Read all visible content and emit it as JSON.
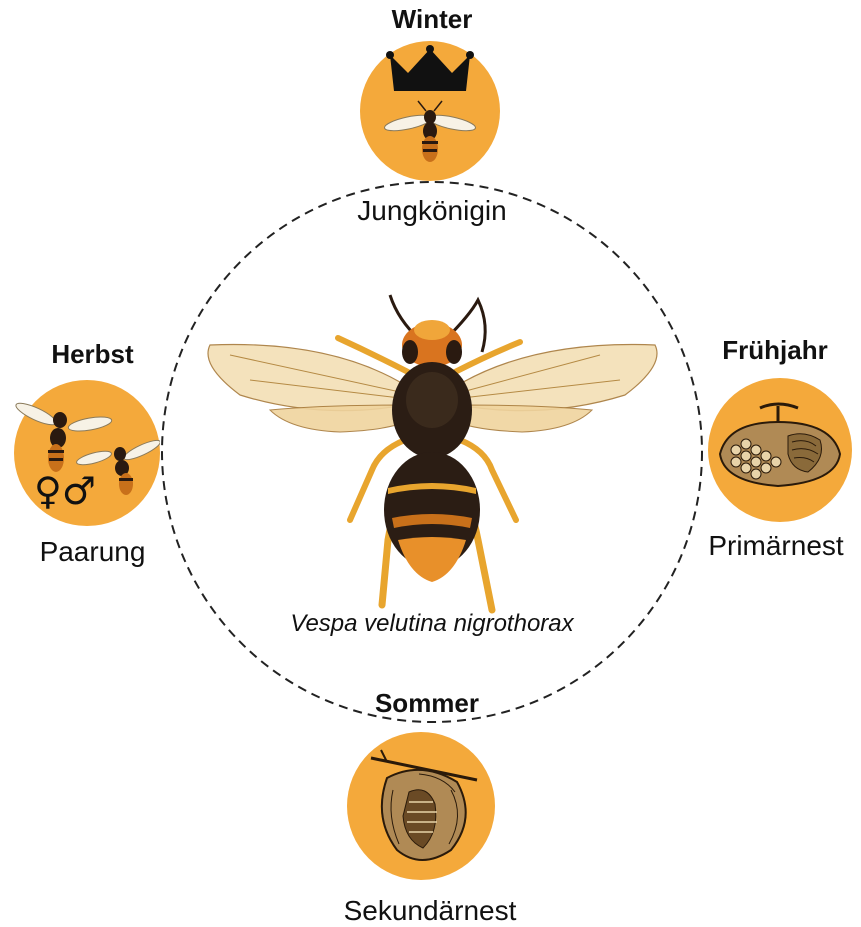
{
  "colors": {
    "accent": "#F4A93B",
    "ring": "#222222",
    "text": "#111111"
  },
  "center": {
    "species": "Vespa velutina nigrothorax",
    "icon": "asian-hornet-icon"
  },
  "stages": {
    "winter": {
      "season": "Winter",
      "label": "Jungkönigin",
      "icon": "queen-crown-hornet-icon"
    },
    "spring": {
      "season": "Frühjahr",
      "label": "Primärnest",
      "icon": "primary-nest-icon"
    },
    "summer": {
      "season": "Sommer",
      "label": "Sekundärnest",
      "icon": "secondary-nest-icon"
    },
    "autumn": {
      "season": "Herbst",
      "label": "Paarung",
      "icon": "mating-hornets-icon",
      "symbols": "♀♂"
    }
  }
}
